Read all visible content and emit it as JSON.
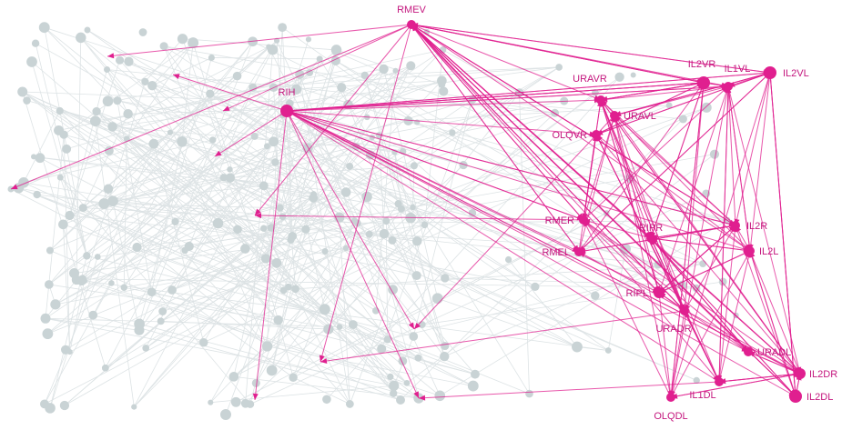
{
  "colors": {
    "highlight": "#e01f8f",
    "highlight_label": "#c4177e",
    "background_node": "#c9d3d5",
    "background_edge": "#dde3e5"
  },
  "nodes": [
    {
      "id": "RMEV",
      "label": "RMEV"
    },
    {
      "id": "RIH",
      "label": "RIH"
    },
    {
      "id": "IL2VR",
      "label": "IL2VR"
    },
    {
      "id": "IL1VL",
      "label": "IL1VL"
    },
    {
      "id": "IL2VL",
      "label": "IL2VL"
    },
    {
      "id": "URAVR",
      "label": "URAVR"
    },
    {
      "id": "URAVL",
      "label": "URAVL"
    },
    {
      "id": "OLQVR",
      "label": "OLQVR"
    },
    {
      "id": "RMER",
      "label": "RMER"
    },
    {
      "id": "RIPR",
      "label": "RIPR"
    },
    {
      "id": "IL2R",
      "label": "IL2R"
    },
    {
      "id": "RMEL",
      "label": "RMEL"
    },
    {
      "id": "IL2L",
      "label": "IL2L"
    },
    {
      "id": "RIPL",
      "label": "RIPL"
    },
    {
      "id": "URADR",
      "label": "URADR"
    },
    {
      "id": "URADL",
      "label": "URADL"
    },
    {
      "id": "IL2DR",
      "label": "IL2DR"
    },
    {
      "id": "IL1DL",
      "label": "IL1DL"
    },
    {
      "id": "IL2DL",
      "label": "IL2DL"
    },
    {
      "id": "OLQDL",
      "label": "OLQDL"
    }
  ]
}
